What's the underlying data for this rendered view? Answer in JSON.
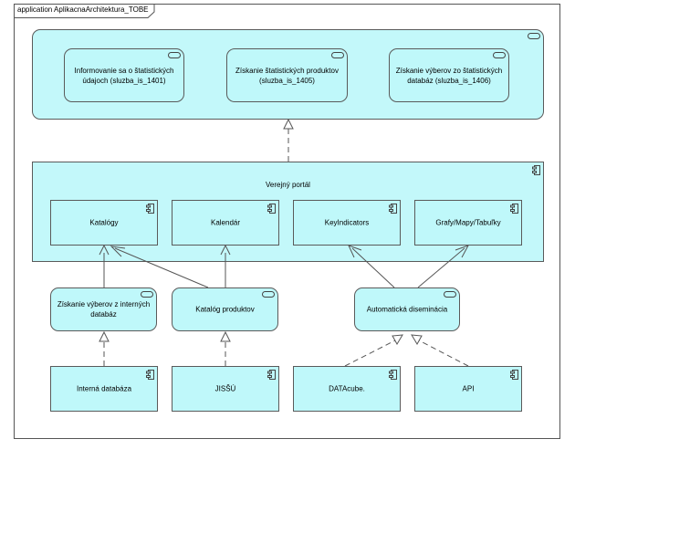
{
  "diagram": {
    "frame_title": "application AplikacnaArchitektura_TOBE",
    "groups": {
      "services": {
        "label": ""
      },
      "portal": {
        "label": "Verejný portál"
      }
    },
    "nodes": {
      "svc1401": {
        "label": "Informovanie sa o štatistických údajoch (sluzba_is_1401)"
      },
      "svc1405": {
        "label": "Získanie štatistických produktov (sluzba_is_1405)"
      },
      "svc1406": {
        "label": "Získanie výberov zo štatistických databáz (sluzba_is_1406)"
      },
      "katalogy": {
        "label": "Katalógy"
      },
      "kalendar": {
        "label": "Kalendár"
      },
      "keyindicators": {
        "label": "KeyIndicators"
      },
      "grafy": {
        "label": "Grafy/Mapy/Tabuľky"
      },
      "vyberint": {
        "label": "Získanie výberov z interných databáz"
      },
      "katprod": {
        "label": "Katalóg produktov"
      },
      "autodis": {
        "label": "Automatická diseminácia"
      },
      "interna": {
        "label": "Interná databáza"
      },
      "jissu": {
        "label": "JISŠÚ"
      },
      "datacube": {
        "label": "DATAcube."
      },
      "api": {
        "label": "API"
      }
    }
  }
}
